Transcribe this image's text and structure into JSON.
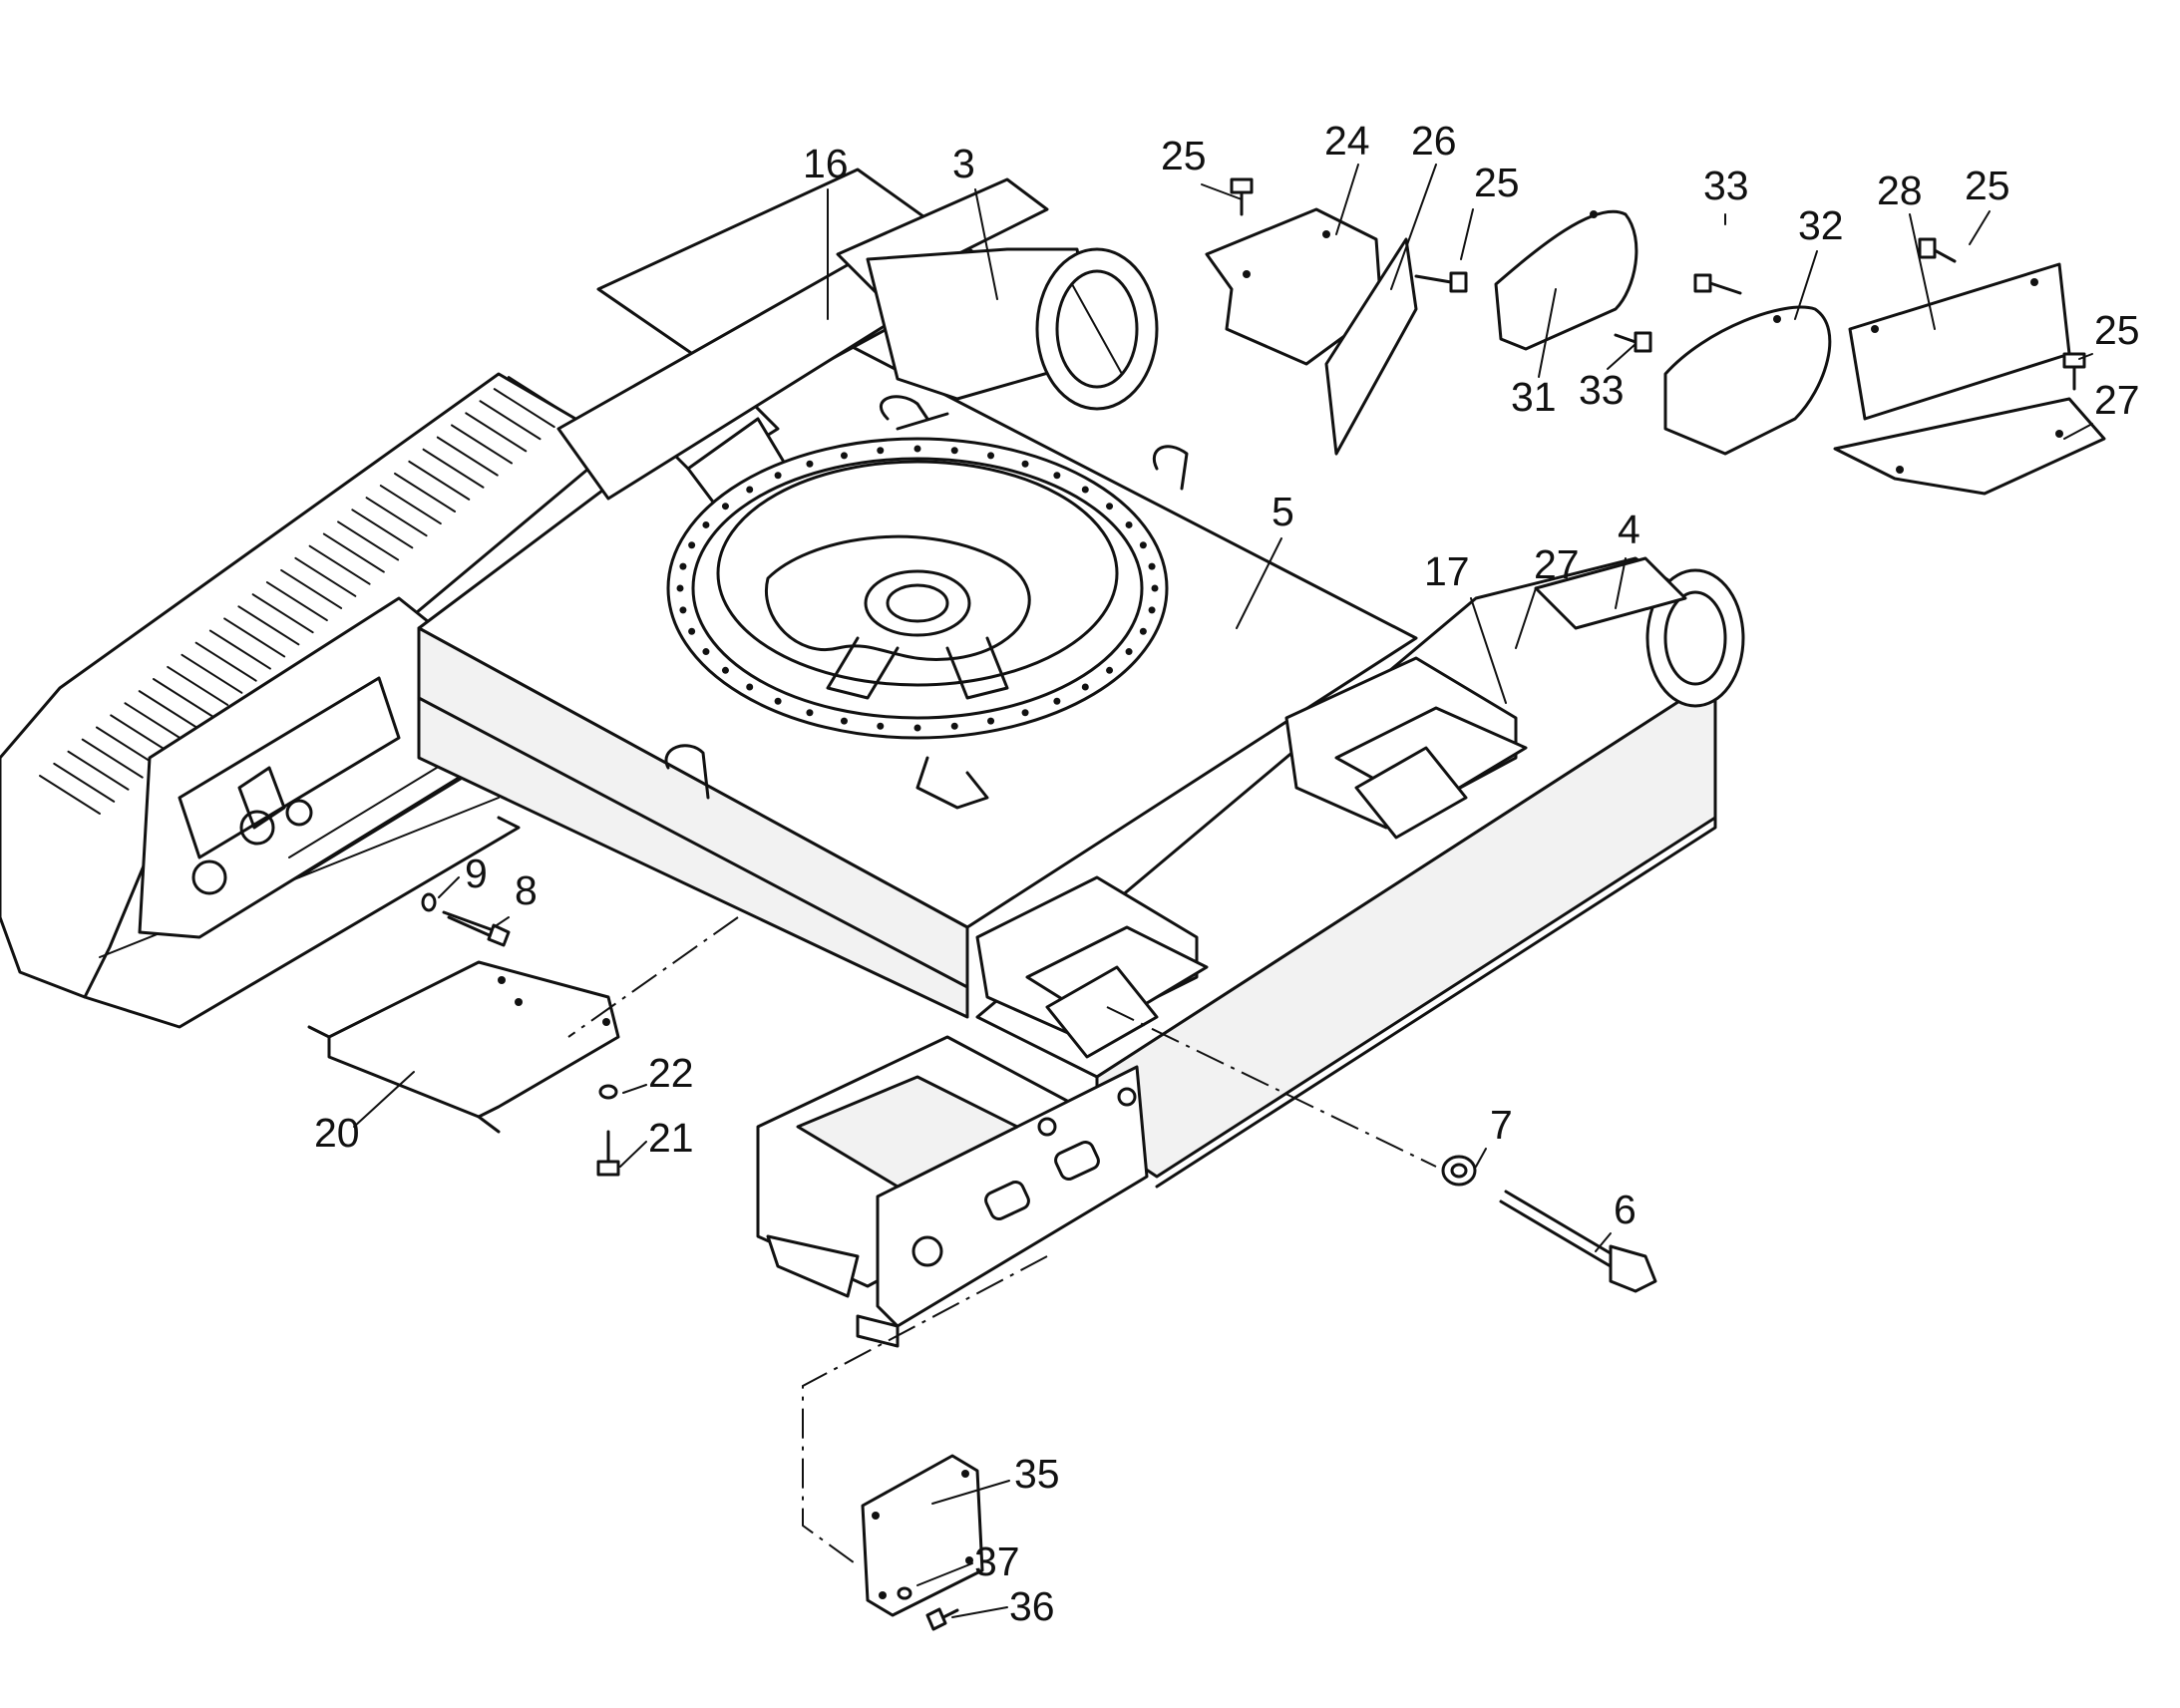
{
  "callouts": [
    {
      "id": "c16",
      "text": "16"
    },
    {
      "id": "c3",
      "text": "3"
    },
    {
      "id": "c25a",
      "text": "25"
    },
    {
      "id": "c24",
      "text": "24"
    },
    {
      "id": "c26",
      "text": "26"
    },
    {
      "id": "c25b",
      "text": "25"
    },
    {
      "id": "c33a",
      "text": "33"
    },
    {
      "id": "c32",
      "text": "32"
    },
    {
      "id": "c28",
      "text": "28"
    },
    {
      "id": "c25c",
      "text": "25"
    },
    {
      "id": "c25d",
      "text": "25"
    },
    {
      "id": "c27a",
      "text": "27"
    },
    {
      "id": "c31",
      "text": "31"
    },
    {
      "id": "c33b",
      "text": "33"
    },
    {
      "id": "c5",
      "text": "5"
    },
    {
      "id": "c17",
      "text": "17"
    },
    {
      "id": "c27b",
      "text": "27"
    },
    {
      "id": "c4",
      "text": "4"
    },
    {
      "id": "c9",
      "text": "9"
    },
    {
      "id": "c8",
      "text": "8"
    },
    {
      "id": "c22",
      "text": "22"
    },
    {
      "id": "c20",
      "text": "20"
    },
    {
      "id": "c21",
      "text": "21"
    },
    {
      "id": "c7",
      "text": "7"
    },
    {
      "id": "c6",
      "text": "6"
    },
    {
      "id": "c35",
      "text": "35"
    },
    {
      "id": "c37",
      "text": "37"
    },
    {
      "id": "c36",
      "text": "36"
    }
  ]
}
